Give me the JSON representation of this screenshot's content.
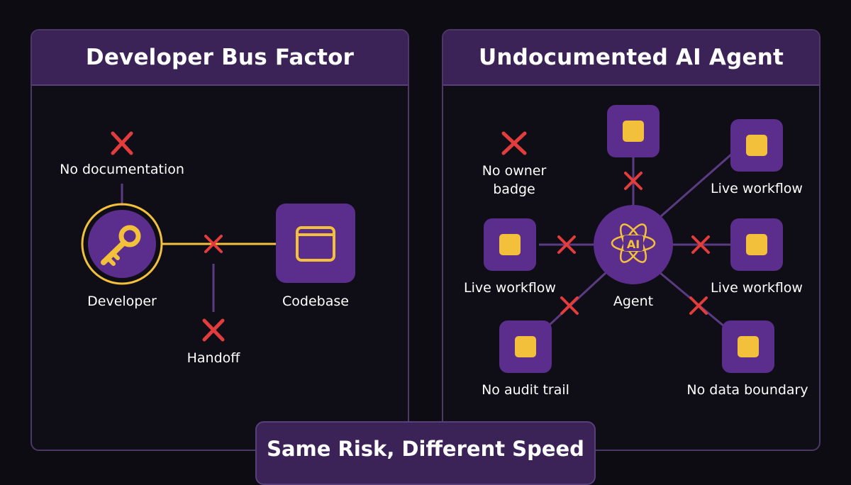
{
  "left_panel": {
    "title": "Developer Bus Factor",
    "developer_label": "Developer",
    "codebase_label": "Codebase",
    "no_documentation_label": "No documentation",
    "handoff_label": "Handoff"
  },
  "right_panel": {
    "title": "Undocumented AI Agent",
    "agent_label": "Agent",
    "agent_badge": "AI",
    "no_owner_label_line1": "No owner",
    "no_owner_label_line2": "badge",
    "workflow_top_right_label": "Live workflow",
    "workflow_left_label": "Live workflow",
    "workflow_right_label": "Live workflow",
    "audit_label": "No audit trail",
    "data_boundary_label": "No data boundary"
  },
  "footer": {
    "title": "Same Risk, Different Speed"
  },
  "colors": {
    "background": "#0d0c13",
    "panel_header": "#3b2358",
    "node_purple": "#5b2d8c",
    "accent_yellow": "#f3c03c",
    "connector_purple": "#5b3b82",
    "cross_red": "#e23c3c"
  },
  "icons": [
    "key-icon",
    "window-icon",
    "ai-atom-icon",
    "cross-icon"
  ]
}
